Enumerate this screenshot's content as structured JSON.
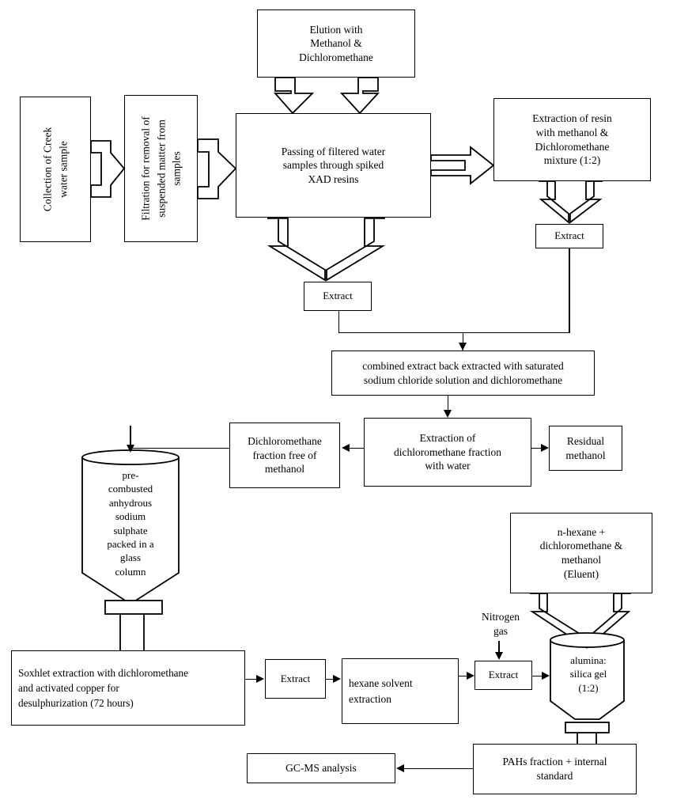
{
  "diagram": {
    "title": "PAHs extraction and analysis flowchart",
    "type": "process-flowchart",
    "colors": {
      "stroke": "#000000",
      "background": "#ffffff",
      "text": "#000000"
    },
    "nodes": {
      "collection": {
        "label": "Collection of Creek\nwater sample",
        "orientation": "vertical"
      },
      "filtration": {
        "label": "Filtration for removal of\nsuspended matter from\nsamples",
        "orientation": "vertical"
      },
      "elution": {
        "label": "Elution with\nMethanol &\nDichloromethane"
      },
      "xad": {
        "label": "Passing of filtered water\nsamples through spiked\nXAD resins"
      },
      "resin_extraction": {
        "label": "Extraction of resin\nwith methanol &\nDichloromethane\nmixture (1:2)"
      },
      "extract_resin": {
        "label": "Extract"
      },
      "extract_xad": {
        "label": "Extract"
      },
      "combined": {
        "label": "combined extract back extracted with saturated\nsodium chloride solution and dichloromethane"
      },
      "dcm_water": {
        "label": "Extraction of\ndichloromethane fraction\nwith water"
      },
      "residual_methanol": {
        "label": "Residual\nmethanol"
      },
      "dcm_free": {
        "label": "Dichloromethane\nfraction free of\nmethanol"
      },
      "sulphate_column": {
        "label": "pre-\ncombusted\nanhydrous\nsodium\nsulphate\npacked in a\nglass\ncolumn",
        "shape": "funnel-column"
      },
      "soxhlet": {
        "label": "Soxhlet extraction with dichloromethane\nand activated copper for\ndesulphurization (72 hours)"
      },
      "extract_soxhlet": {
        "label": "Extract"
      },
      "hexane": {
        "label": "hexane solvent\nextraction"
      },
      "extract_hexane": {
        "label": "Extract"
      },
      "eluent": {
        "label": "n-hexane +\ndichloromethane &\nmethanol\n(Eluent)"
      },
      "nitrogen": {
        "label": "Nitrogen\ngas"
      },
      "alumina": {
        "label": "alumina:\nsilica gel\n(1:2)",
        "shape": "funnel-column"
      },
      "pahs": {
        "label": "PAHs fraction + internal\nstandard"
      },
      "gcms": {
        "label": "GC-MS analysis"
      }
    },
    "edges": [
      {
        "from": "collection",
        "to": "filtration",
        "style": "outline-block-arrow",
        "direction": "right"
      },
      {
        "from": "filtration",
        "to": "xad",
        "style": "outline-block-arrow",
        "direction": "right"
      },
      {
        "from": "elution",
        "to": "xad",
        "style": "outline-block-arrow",
        "direction": "down"
      },
      {
        "from": "xad",
        "to": "resin_extraction",
        "style": "outline-block-arrow",
        "direction": "right"
      },
      {
        "from": "xad",
        "to": "extract_xad",
        "style": "outline-block-arrow",
        "direction": "down"
      },
      {
        "from": "resin_extraction",
        "to": "extract_resin",
        "style": "outline-block-arrow",
        "direction": "down"
      },
      {
        "from": "extract_xad",
        "to": "combined",
        "style": "line",
        "direction": "down"
      },
      {
        "from": "extract_resin",
        "to": "combined",
        "style": "line",
        "direction": "down"
      },
      {
        "from": "combined",
        "to": "dcm_water",
        "style": "line",
        "direction": "down"
      },
      {
        "from": "dcm_water",
        "to": "residual_methanol",
        "style": "line",
        "direction": "right"
      },
      {
        "from": "dcm_water",
        "to": "dcm_free",
        "style": "line",
        "direction": "left"
      },
      {
        "from": "dcm_free",
        "to": "sulphate_column",
        "style": "line",
        "direction": "down"
      },
      {
        "from": "sulphate_column",
        "to": "soxhlet",
        "style": "stem",
        "direction": "down"
      },
      {
        "from": "soxhlet",
        "to": "extract_soxhlet",
        "style": "line",
        "direction": "right"
      },
      {
        "from": "extract_soxhlet",
        "to": "hexane",
        "style": "line",
        "direction": "right"
      },
      {
        "from": "hexane",
        "to": "extract_hexane",
        "style": "line",
        "direction": "right"
      },
      {
        "from": "nitrogen",
        "to": "extract_hexane",
        "style": "line",
        "direction": "down"
      },
      {
        "from": "extract_hexane",
        "to": "alumina",
        "style": "line",
        "direction": "right"
      },
      {
        "from": "eluent",
        "to": "alumina",
        "style": "outline-block-arrow",
        "direction": "down"
      },
      {
        "from": "alumina",
        "to": "pahs",
        "style": "stem",
        "direction": "down"
      },
      {
        "from": "pahs",
        "to": "gcms",
        "style": "line",
        "direction": "left"
      }
    ]
  }
}
